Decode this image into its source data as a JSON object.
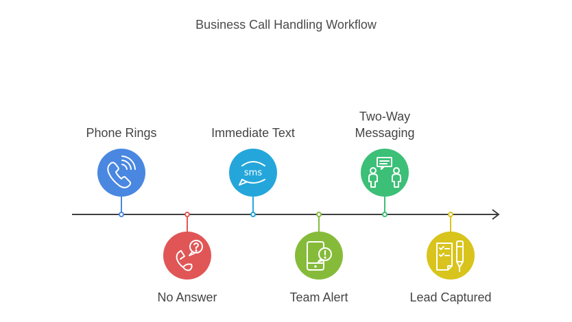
{
  "title": "Business Call Handling Workflow",
  "axis_color": "#3d3d3d",
  "steps": [
    {
      "label_line1": "Phone Rings",
      "label_line2": "",
      "position": "above",
      "color": "#4a87e0",
      "icon": "phone-ringing-icon"
    },
    {
      "label_line1": "No Answer",
      "label_line2": "",
      "position": "below",
      "color": "#e05656",
      "icon": "phone-question-icon"
    },
    {
      "label_line1": "Immediate Text",
      "label_line2": "",
      "position": "above",
      "color": "#24a6da",
      "icon": "sms-icon"
    },
    {
      "label_line1": "Team Alert",
      "label_line2": "",
      "position": "below",
      "color": "#86bb3a",
      "icon": "mobile-alert-icon"
    },
    {
      "label_line1": "Two-Way",
      "label_line2": "Messaging",
      "position": "above",
      "color": "#3cbf77",
      "icon": "two-people-chat-icon"
    },
    {
      "label_line1": "Lead Captured",
      "label_line2": "",
      "position": "below",
      "color": "#d8c41c",
      "icon": "checklist-pen-icon"
    }
  ]
}
